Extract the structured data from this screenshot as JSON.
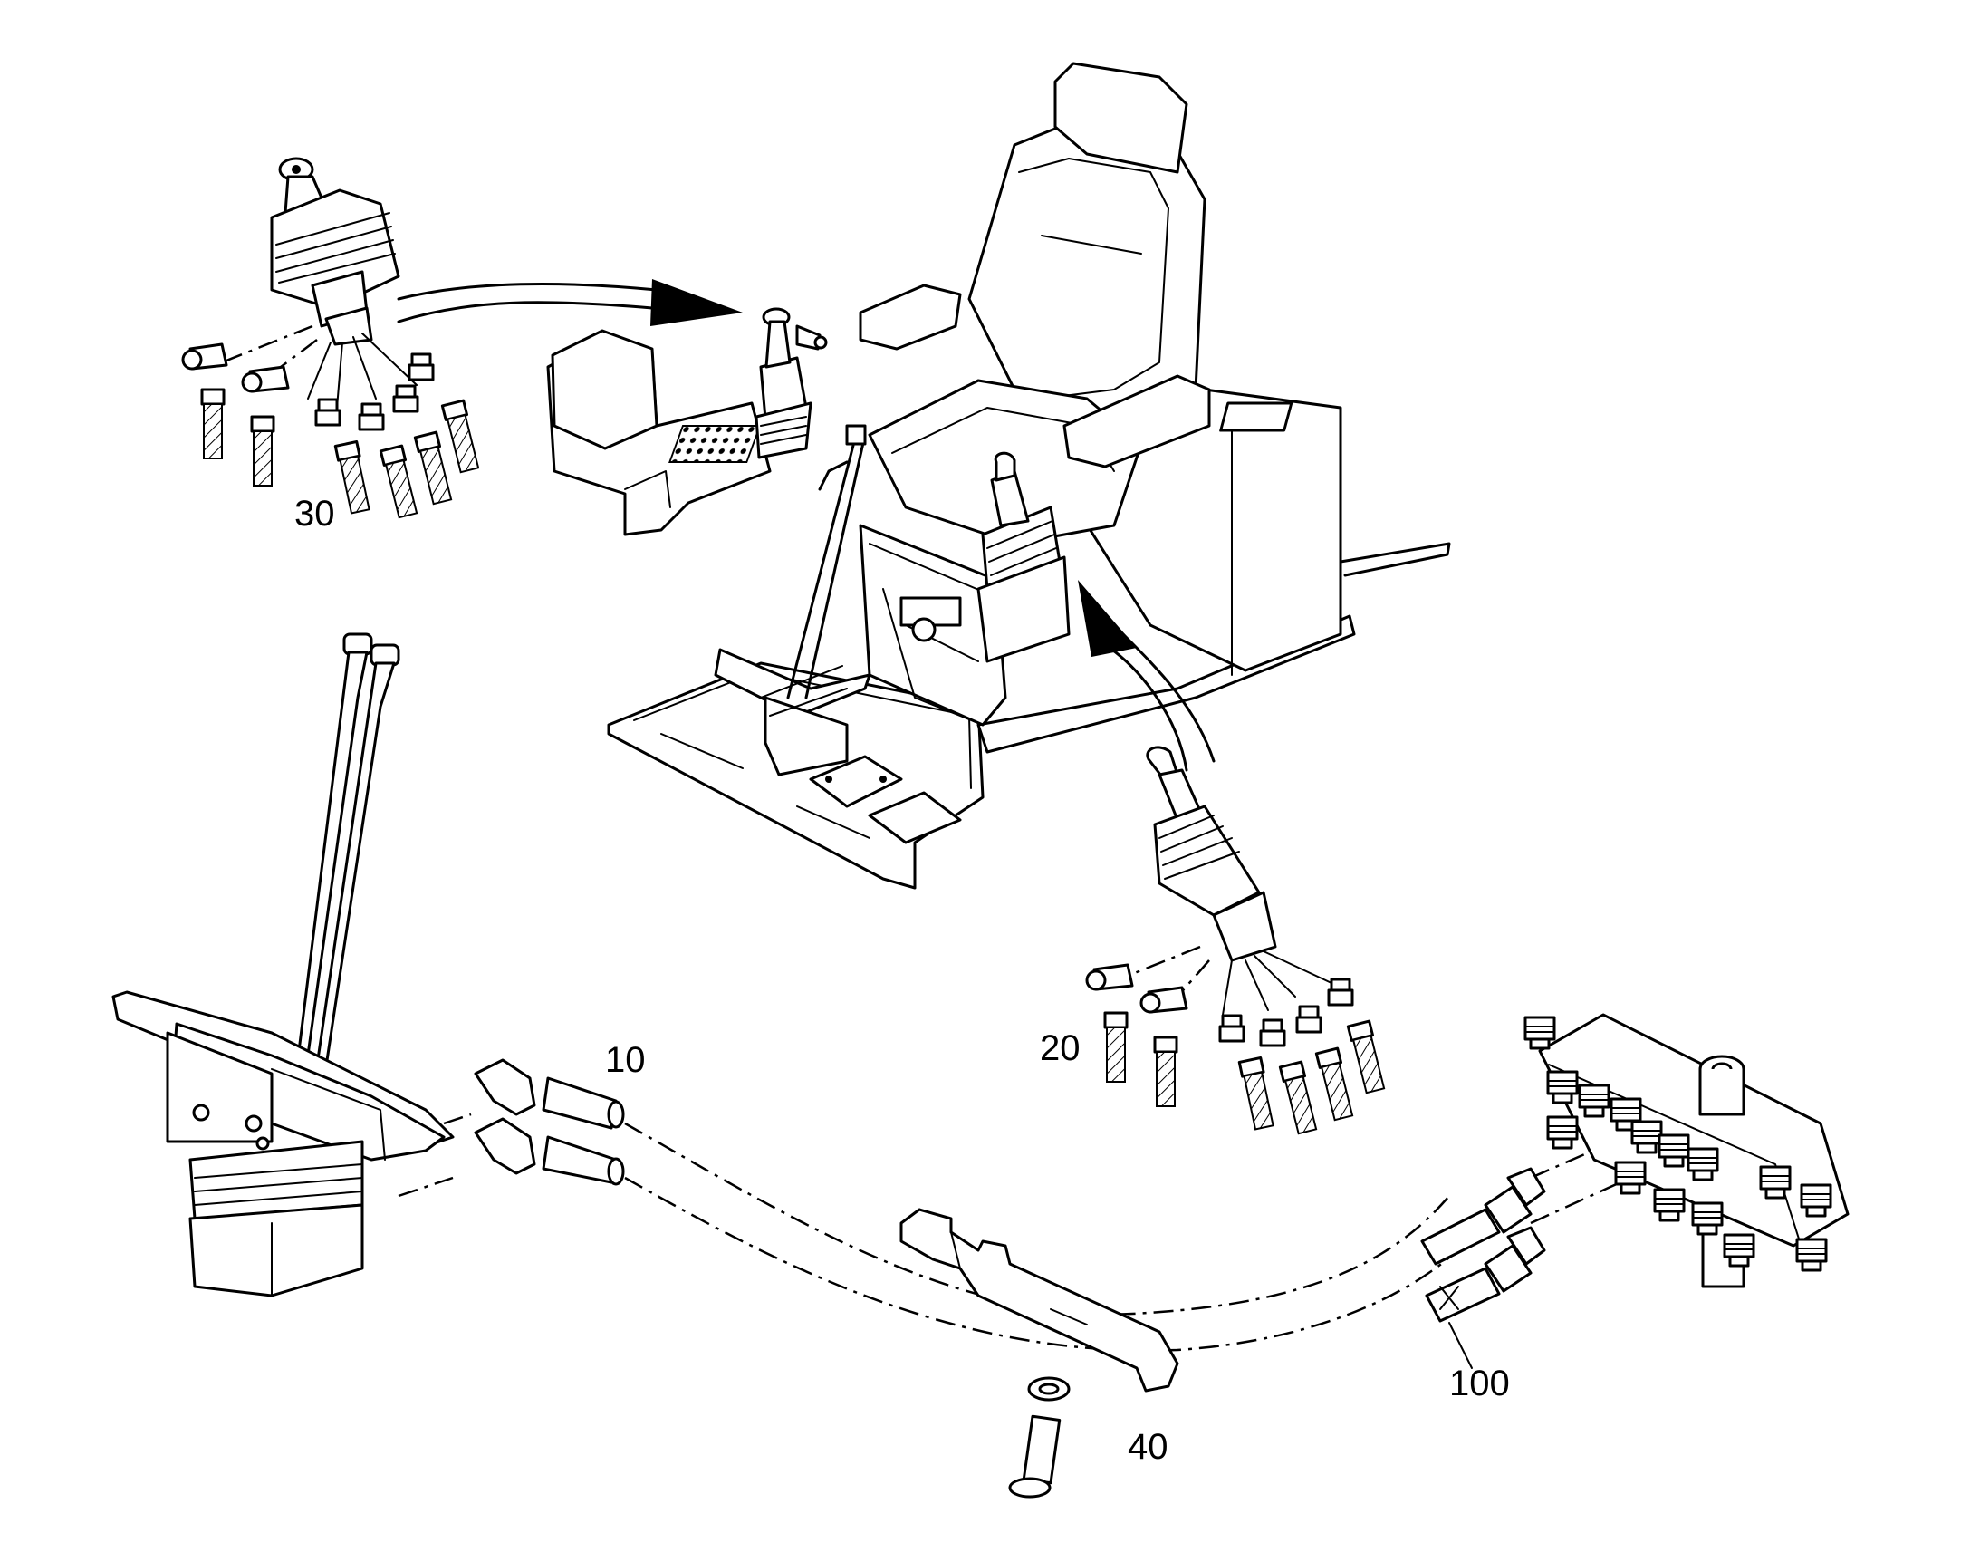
{
  "callouts": {
    "c10": "10",
    "c20": "20",
    "c30": "30",
    "c40": "40",
    "c100": "100"
  },
  "colors": {
    "line": "#000000",
    "background": "#ffffff"
  },
  "icons": [
    "pilot-joystick-left-icon",
    "pilot-joystick-right-icon",
    "travel-pedal-valve-icon",
    "operator-seat-icon",
    "manifold-block-icon",
    "bracket-icon",
    "bolt-icon"
  ]
}
